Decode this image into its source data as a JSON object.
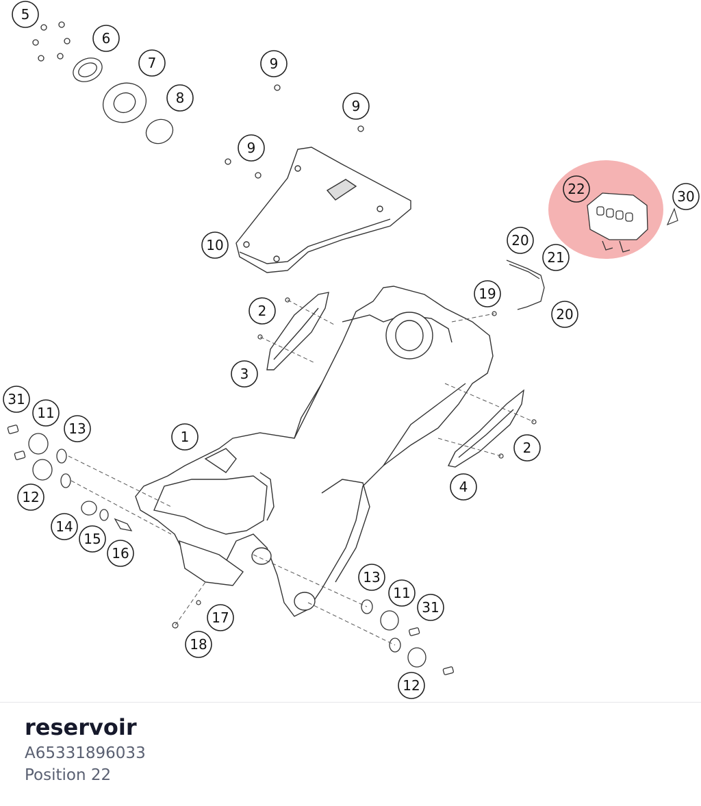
{
  "diagram": {
    "callouts": [
      {
        "label": "5",
        "highlighted": false
      },
      {
        "label": "6",
        "highlighted": false
      },
      {
        "label": "7",
        "highlighted": false
      },
      {
        "label": "8",
        "highlighted": false
      },
      {
        "label": "9",
        "highlighted": false
      },
      {
        "label": "9",
        "highlighted": false
      },
      {
        "label": "9",
        "highlighted": false
      },
      {
        "label": "10",
        "highlighted": false
      },
      {
        "label": "22",
        "highlighted": true
      },
      {
        "label": "30",
        "highlighted": false
      },
      {
        "label": "20",
        "highlighted": false
      },
      {
        "label": "21",
        "highlighted": false
      },
      {
        "label": "19",
        "highlighted": false
      },
      {
        "label": "20",
        "highlighted": false
      },
      {
        "label": "2",
        "highlighted": false
      },
      {
        "label": "3",
        "highlighted": false
      },
      {
        "label": "31",
        "highlighted": false
      },
      {
        "label": "11",
        "highlighted": false
      },
      {
        "label": "13",
        "highlighted": false
      },
      {
        "label": "1",
        "highlighted": false
      },
      {
        "label": "2",
        "highlighted": false
      },
      {
        "label": "4",
        "highlighted": false
      },
      {
        "label": "12",
        "highlighted": false
      },
      {
        "label": "14",
        "highlighted": false
      },
      {
        "label": "15",
        "highlighted": false
      },
      {
        "label": "16",
        "highlighted": false
      },
      {
        "label": "13",
        "highlighted": false
      },
      {
        "label": "11",
        "highlighted": false
      },
      {
        "label": "31",
        "highlighted": false
      },
      {
        "label": "17",
        "highlighted": false
      },
      {
        "label": "18",
        "highlighted": false
      },
      {
        "label": "12",
        "highlighted": false
      }
    ],
    "highlight_color": "#f08c8c"
  },
  "part": {
    "name": "reservoir",
    "number": "A65331896033",
    "position": "Position 22"
  }
}
